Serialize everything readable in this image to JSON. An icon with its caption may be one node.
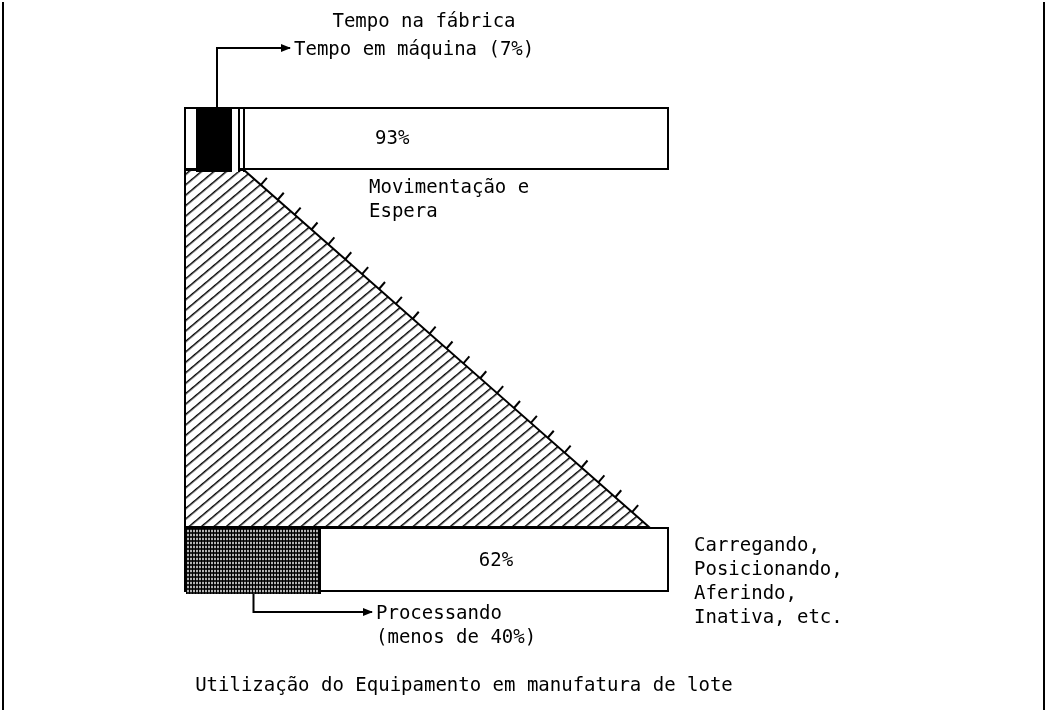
{
  "diagram": {
    "title": "Tempo na fábrica",
    "caption": "Utilização do Equipamento em manufatura de lote",
    "nodes": [
      {
        "text": [
          "Tempo em máquina (7%)"
        ]
      },
      {
        "text": [],
        "shape": "bar"
      },
      {
        "text": [],
        "shape": "bar",
        "in": 1
      },
      {
        "text": [
          "93%"
        ],
        "in": 1
      },
      {
        "text": [],
        "shape": "bar"
      },
      {
        "text": [],
        "shape": "bar",
        "in": 4
      },
      {
        "text": [
          "62%"
        ],
        "in": 4
      },
      {
        "text": [
          "Processando (menos de 40%)"
        ]
      }
    ],
    "edges": [
      {
        "from": 2,
        "to": 0,
        "arrow": "to"
      },
      {
        "from": 5,
        "to": 7,
        "arrow": "to"
      }
    ],
    "labels": [
      "Movimentação e Espera",
      "Carregando, Posicionando, Aferindo, Inativa, etc."
    ]
  }
}
